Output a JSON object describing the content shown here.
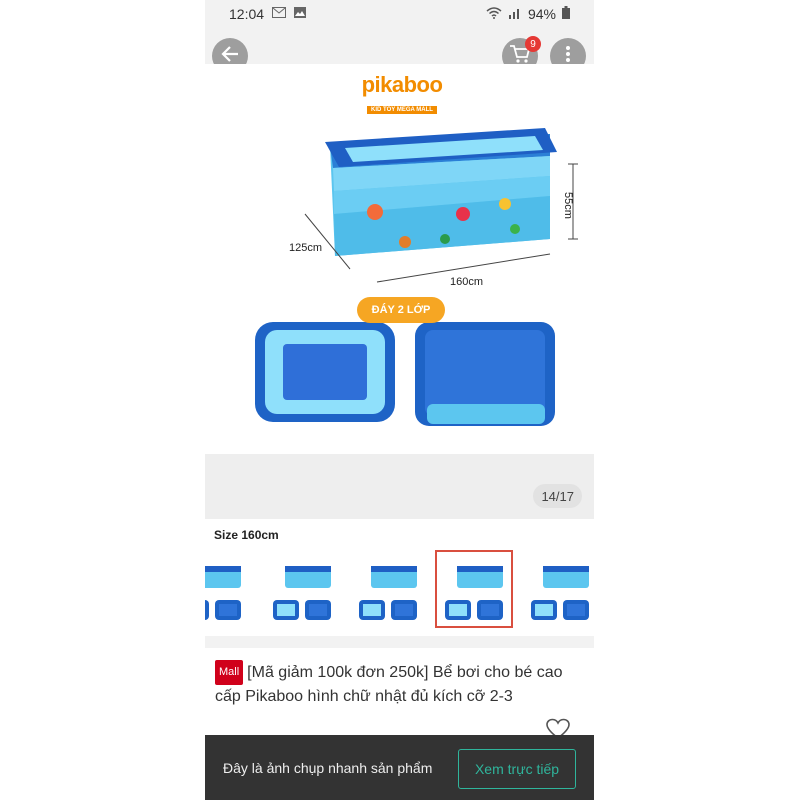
{
  "status": {
    "time": "12:04",
    "battery": "94%",
    "icons": [
      "gmail-icon",
      "image-icon",
      "wifi-icon",
      "signal-icon",
      "battery-icon"
    ]
  },
  "topbar": {
    "cart_count": "9"
  },
  "hero": {
    "brand": "pikaboo",
    "brand_sub": "KID TOY MEGA MALL",
    "dim_height": "55cm",
    "dim_depth": "125cm",
    "dim_width": "160cm",
    "pill": "ĐÁY 2 LỚP",
    "counter": "14/17"
  },
  "size_label": "Size 160cm",
  "thumb_count": 5,
  "selected_thumb": 3,
  "product": {
    "mall_badge": "Mall",
    "title": "[Mã giảm 100k đơn 250k] Bể bơi cho bé cao cấp Pikaboo hình chữ nhật đủ kích cỡ 2-3"
  },
  "bottom": {
    "note": "Đây là ảnh chụp nhanh sản phẩm",
    "live_button": "Xem trực tiếp"
  },
  "colors": {
    "accent": "#2fb59c",
    "mall": "#d0011b",
    "brand": "#f28c00",
    "pool_blue": "#1e63c6",
    "pool_light": "#7fd3f5"
  }
}
